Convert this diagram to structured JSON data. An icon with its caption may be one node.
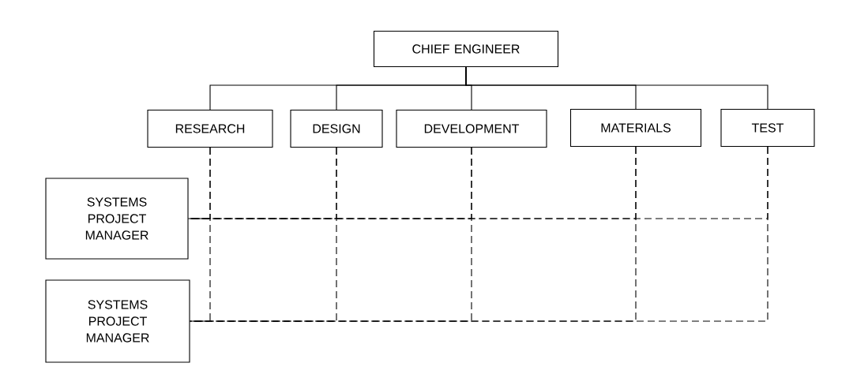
{
  "diagram": {
    "nodes": [
      {
        "text": [
          "CHIEF ENGINEER"
        ]
      },
      {
        "text": [
          "RESEARCH"
        ]
      },
      {
        "text": [
          "DESIGN"
        ]
      },
      {
        "text": [
          "DEVELOPMENT"
        ]
      },
      {
        "text": [
          "MATERIALS"
        ]
      },
      {
        "text": [
          "TEST"
        ]
      },
      {
        "text": [
          "SYSTEMS PROJECT MANAGER"
        ]
      },
      {
        "text": [
          "SYSTEMS PROJECT MANAGER"
        ]
      }
    ],
    "edges": [
      {
        "from": 0,
        "to": 1,
        "arrow": "none"
      },
      {
        "from": 0,
        "to": 2,
        "arrow": "none"
      },
      {
        "from": 0,
        "to": 3,
        "arrow": "none"
      },
      {
        "from": 0,
        "to": 4,
        "arrow": "none"
      },
      {
        "from": 0,
        "to": 5,
        "arrow": "none"
      },
      {
        "from": 1,
        "to": 6,
        "arrow": "none",
        "style": "dashed"
      },
      {
        "from": 2,
        "to": 6,
        "arrow": "none",
        "style": "dashed"
      },
      {
        "from": 3,
        "to": 6,
        "arrow": "none",
        "style": "dashed"
      },
      {
        "from": 4,
        "to": 6,
        "arrow": "none",
        "style": "dashed"
      },
      {
        "from": 5,
        "to": 6,
        "arrow": "none",
        "style": "dashed"
      },
      {
        "from": 1,
        "to": 7,
        "arrow": "none",
        "style": "dashed"
      },
      {
        "from": 2,
        "to": 7,
        "arrow": "none",
        "style": "dashed"
      },
      {
        "from": 3,
        "to": 7,
        "arrow": "none",
        "style": "dashed"
      },
      {
        "from": 4,
        "to": 7,
        "arrow": "none",
        "style": "dashed"
      },
      {
        "from": 5,
        "to": 7,
        "arrow": "none",
        "style": "dashed"
      }
    ]
  }
}
